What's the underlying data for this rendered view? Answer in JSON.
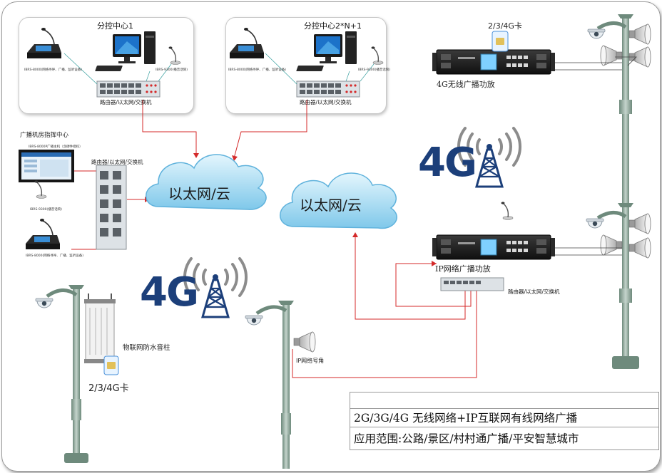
{
  "panels": {
    "sub_center_1": "分控中心1",
    "sub_center_n": "分控中心2*N+1"
  },
  "command_center": {
    "title": "广播机房指挥中心",
    "host_label": "IBRS-8000P广播主机（含硬件授权）",
    "paging_mic_label": "IBRS-9300(播音话筒)",
    "console_label": "IBRS-8000(网络寻呼、广播、监听设备)",
    "switch_label": "路由器/以太网/交换机"
  },
  "device_labels": {
    "console": "IBRS-8000(网络寻呼、广播、监听设备)",
    "mic": "IBRS-9300(播音话筒)",
    "switch": "路由器/以太网/交换机"
  },
  "clouds": {
    "left": "以太网/云",
    "center": "以太网/云"
  },
  "sim_card_label": "2/3/4G卡",
  "amplifier_4g_label": "4G无线广播功放",
  "ip_amplifier_label": "IP网络广播功放",
  "ip_horn_label": "IP网络号角",
  "iot_column_label": "物联网防水音柱",
  "badge_4g": "4G",
  "info_box": {
    "line1": "2G/3G/4G 无线网络+IP互联网有线网络广播",
    "line2": "应用范围:公路/景区/村村通广播/平安智慧城市"
  },
  "colors": {
    "link_red": "#d42a2a",
    "cloud_blue": "#bfe6f7",
    "badge_blue": "#1c3f7a",
    "pole_green": "#8aa397"
  }
}
